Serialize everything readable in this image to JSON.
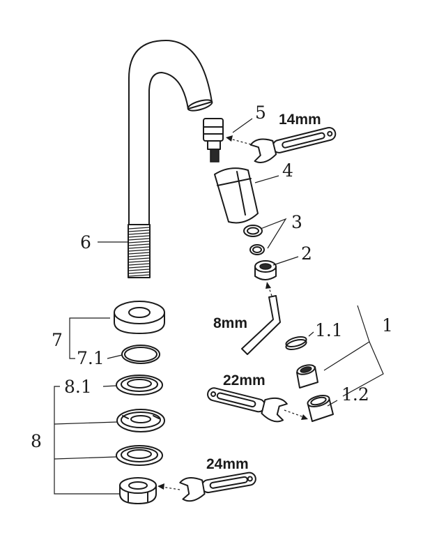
{
  "labels": {
    "p1": "1",
    "p1_1": "1.1",
    "p1_2": "1.2",
    "p2": "2",
    "p3": "3",
    "p4": "4",
    "p5": "5",
    "p6": "6",
    "p7": "7",
    "p7_1": "7.1",
    "p8": "8",
    "p8_1": "8.1"
  },
  "tools": {
    "wrench_cartridge": "14mm",
    "hex_key": "8mm",
    "wrench_aerator": "22mm",
    "wrench_nut": "24mm"
  }
}
